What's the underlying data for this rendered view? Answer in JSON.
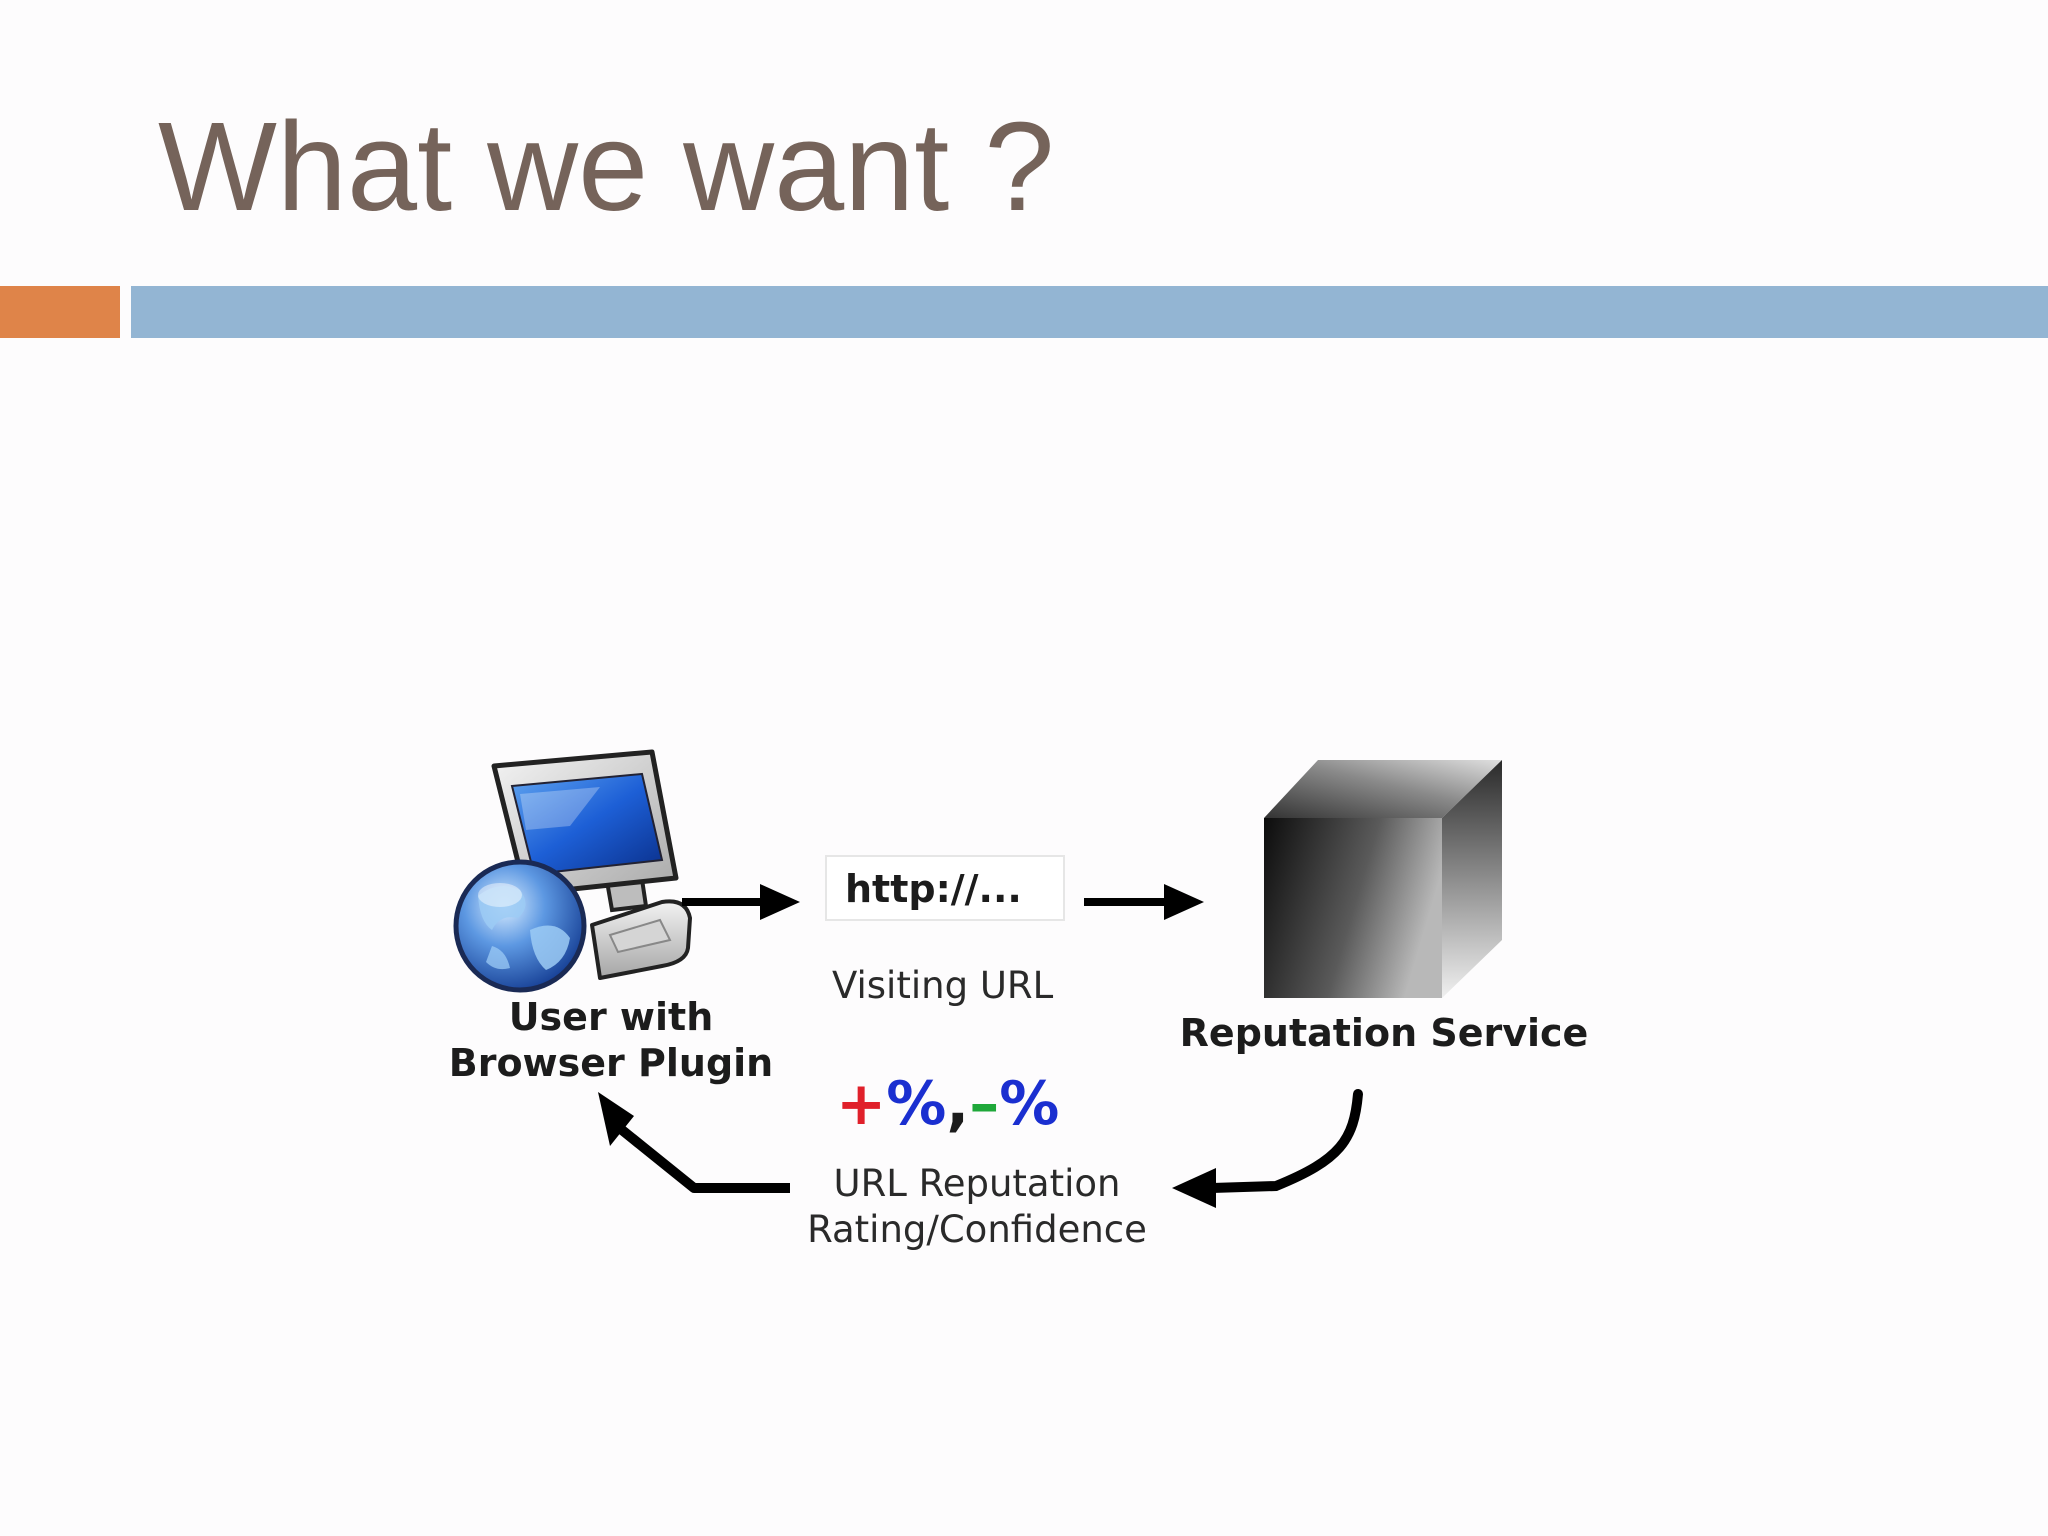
{
  "slide": {
    "title": "What we want ?"
  },
  "diagram": {
    "user": {
      "line1": "User with",
      "line2": "Browser Plugin"
    },
    "url_box": {
      "text": "http://..."
    },
    "visiting_label": "Visiting URL",
    "service": {
      "label": "Reputation Service"
    },
    "rating": {
      "plus": "+",
      "percent1": "%",
      "comma": ",",
      "minus": "–",
      "percent2": "%"
    },
    "reputation_label": {
      "line1": "URL Reputation",
      "line2": "Rating/Confidence"
    }
  },
  "colors": {
    "title": "#75635a",
    "accent_orange": "#df8449",
    "accent_blue": "#93b5d3",
    "rating_plus": "#e0202a",
    "rating_percent": "#1a2fd0",
    "rating_minus": "#1fa83a"
  },
  "icons": {
    "user": "computer-with-globe-icon",
    "service": "cube-server-icon"
  }
}
